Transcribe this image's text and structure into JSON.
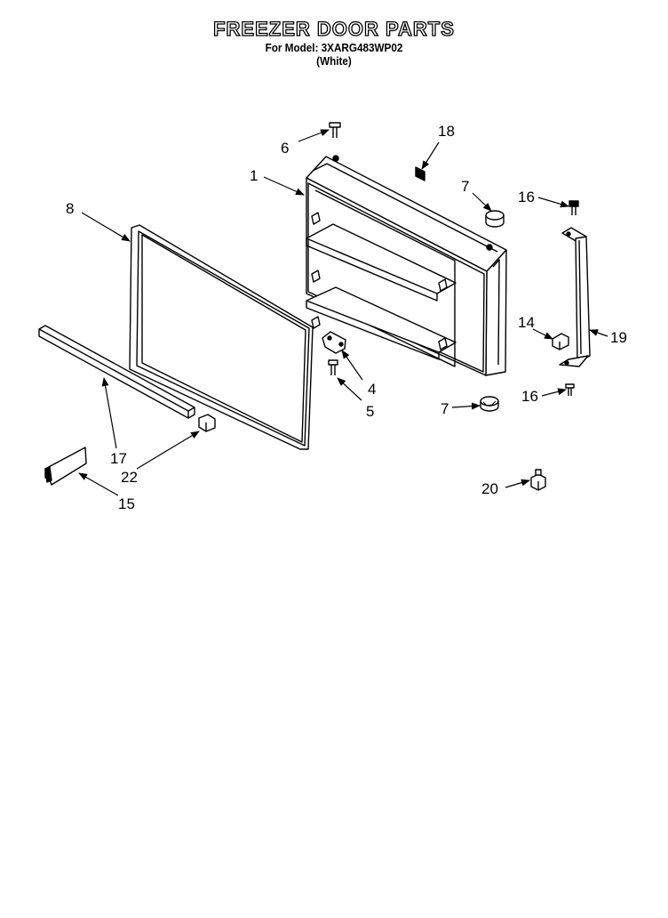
{
  "header": {
    "title": "FREEZER DOOR PARTS",
    "model_line": "For Model: 3XARG483WP02",
    "variant": "(White)"
  },
  "callouts": {
    "c1": "1",
    "c4": "4",
    "c5": "5",
    "c6": "6",
    "c7a": "7",
    "c7b": "7",
    "c8": "8",
    "c14": "14",
    "c15": "15",
    "c16a": "16",
    "c16b": "16",
    "c17": "17",
    "c18": "18",
    "c19": "19",
    "c20": "20",
    "c22": "22"
  },
  "colors": {
    "line": "#000000",
    "paper": "#ffffff"
  }
}
